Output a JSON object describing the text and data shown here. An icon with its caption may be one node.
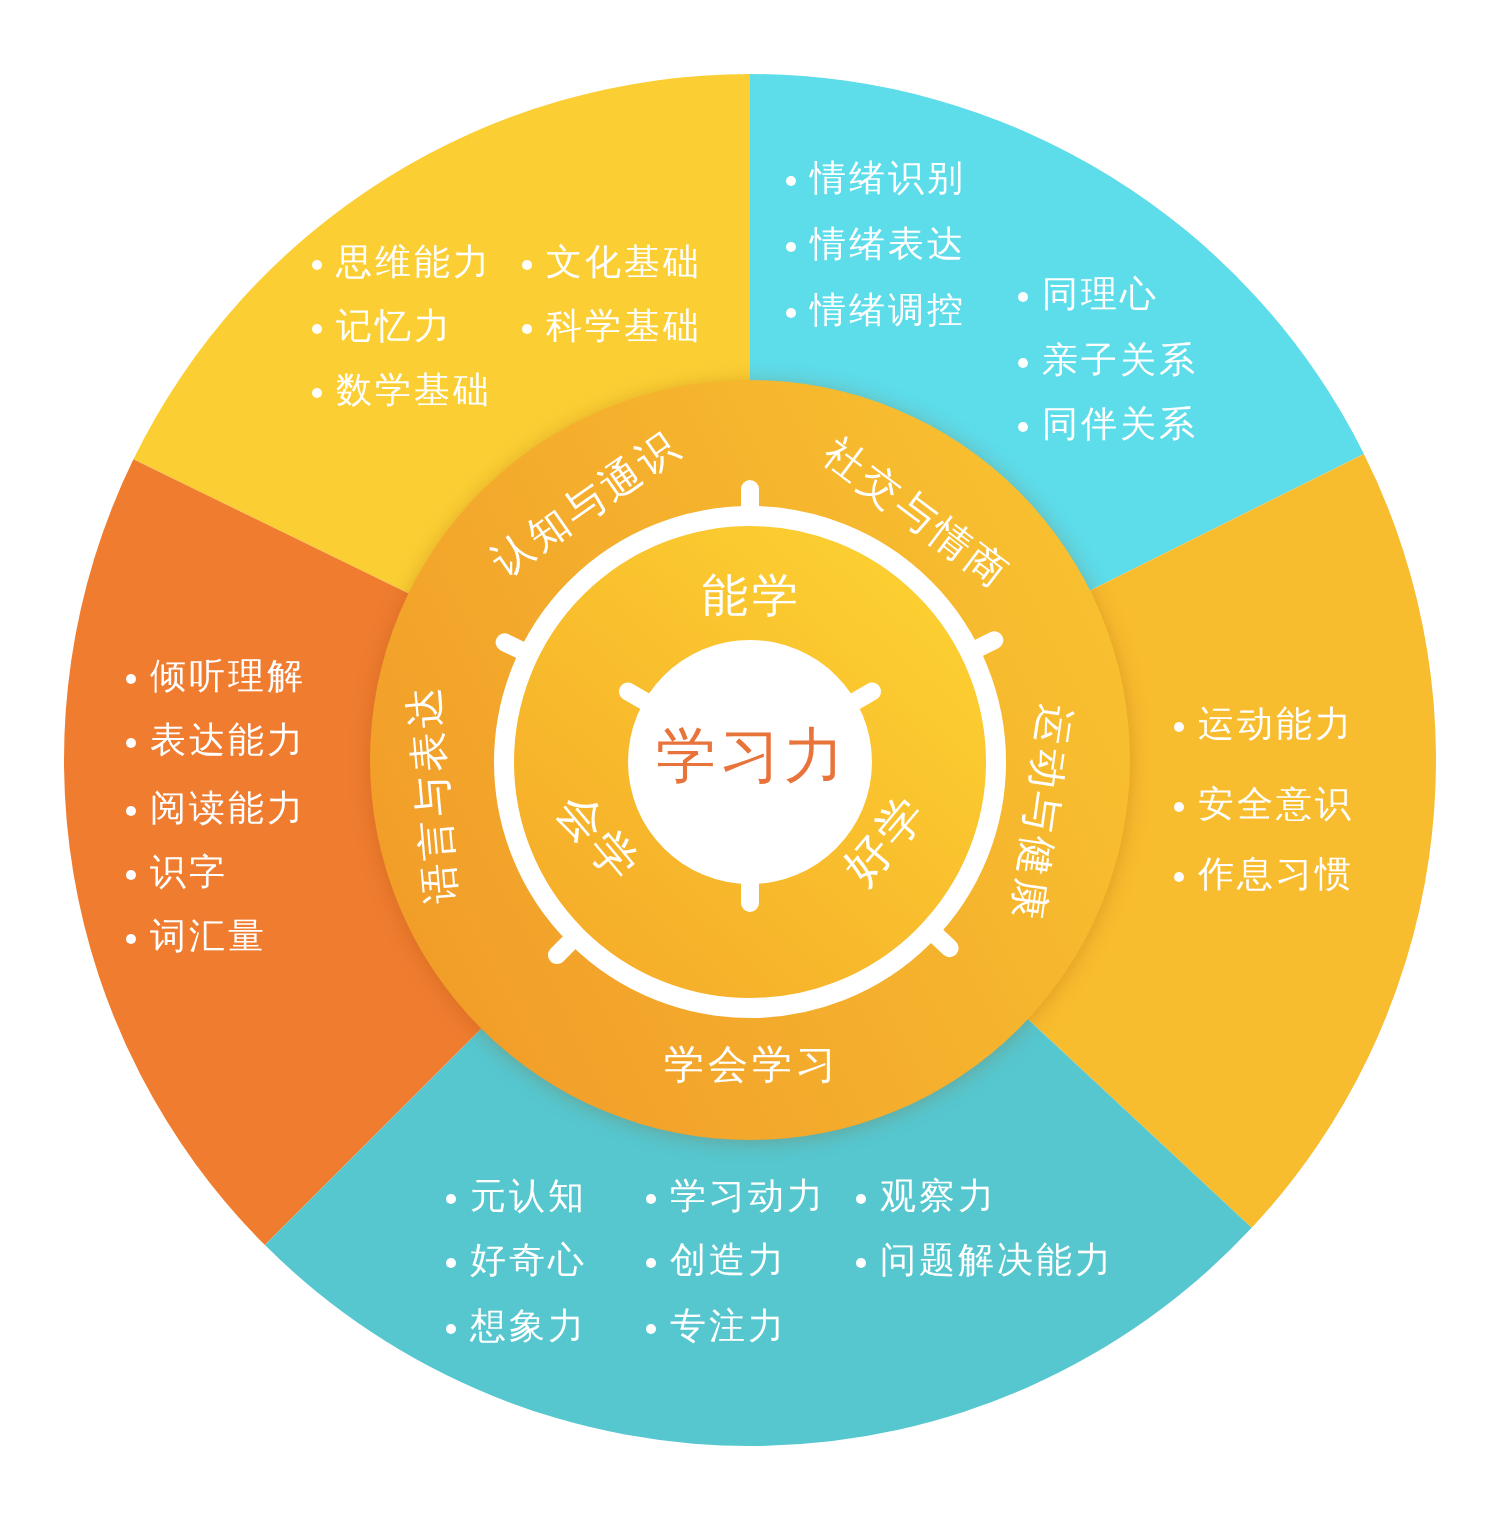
{
  "diagram": {
    "nodes": [
      {
        "text": [
          "认知与通识",
          "社交与情商",
          "语言与表达",
          "运动与健康",
          "学会学习"
        ]
      },
      {
        "text": [
          "能学",
          "会学",
          "好学"
        ],
        "in": 0
      },
      {
        "text": [
          "学习力"
        ],
        "in": 1
      },
      {
        "text": [
          "思维能力",
          "记忆力",
          "数学基础",
          "文化基础",
          "科学基础"
        ]
      },
      {
        "text": [
          "情绪识别",
          "情绪表达",
          "情绪调控",
          "同理心",
          "亲子关系",
          "同伴关系"
        ]
      },
      {
        "text": [
          "倾听理解",
          "表达能力",
          "阅读能力",
          "识字",
          "词汇量"
        ]
      },
      {
        "text": [
          "运动能力",
          "安全意识",
          "作息习惯"
        ]
      },
      {
        "text": [
          "元认知",
          "好奇心",
          "想象力",
          "学习动力",
          "创造力",
          "专注力",
          "观察力",
          "问题解决能力"
        ]
      }
    ]
  }
}
